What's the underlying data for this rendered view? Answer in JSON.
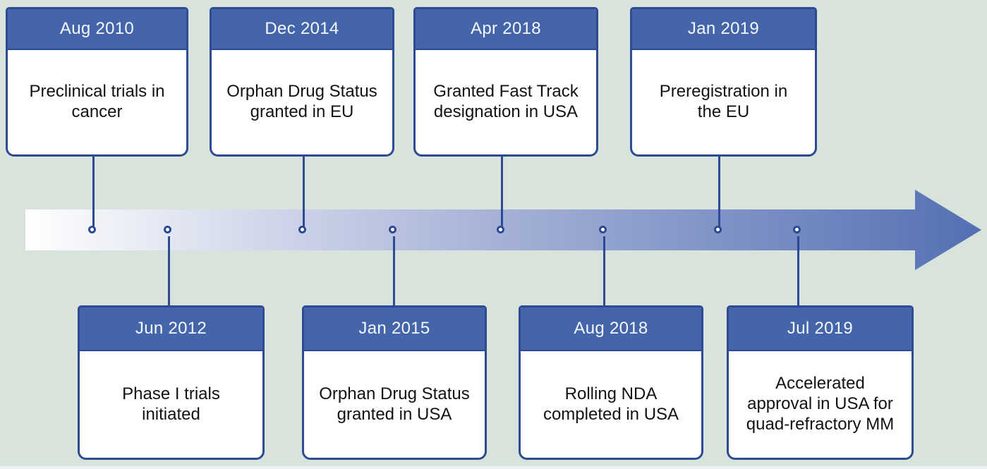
{
  "timeline": {
    "type": "timeline",
    "direction": "left-to-right",
    "events": [
      {
        "date": "Aug 2010",
        "description": "Preclinical trials in\ncancer",
        "position": "top"
      },
      {
        "date": "Jun 2012",
        "description": "Phase I trials\ninitiated",
        "position": "bottom"
      },
      {
        "date": "Dec 2014",
        "description": "Orphan Drug Status\ngranted in EU",
        "position": "top"
      },
      {
        "date": "Jan 2015",
        "description": "Orphan Drug Status\ngranted in USA",
        "position": "bottom"
      },
      {
        "date": "Apr 2018",
        "description": "Granted Fast Track\ndesignation in USA",
        "position": "top"
      },
      {
        "date": "Aug 2018",
        "description": "Rolling NDA\ncompleted in USA",
        "position": "bottom"
      },
      {
        "date": "Jan 2019",
        "description": "Preregistration in\nthe EU",
        "position": "top"
      },
      {
        "date": "Jul 2019",
        "description": "Accelerated\napproval in USA for\nquad-refractory MM",
        "position": "bottom"
      }
    ],
    "colors": {
      "background": "#d8e4db",
      "header-blue": "#4565aa",
      "border-blue": "#2d4b94",
      "card-bg": "#ffffff",
      "date-text": "#f5f8fc",
      "body-text": "#131313",
      "arrow-start": "#ffffff",
      "arrow-mid": "#a4b0d6",
      "arrow-end": "#5470b3"
    }
  }
}
